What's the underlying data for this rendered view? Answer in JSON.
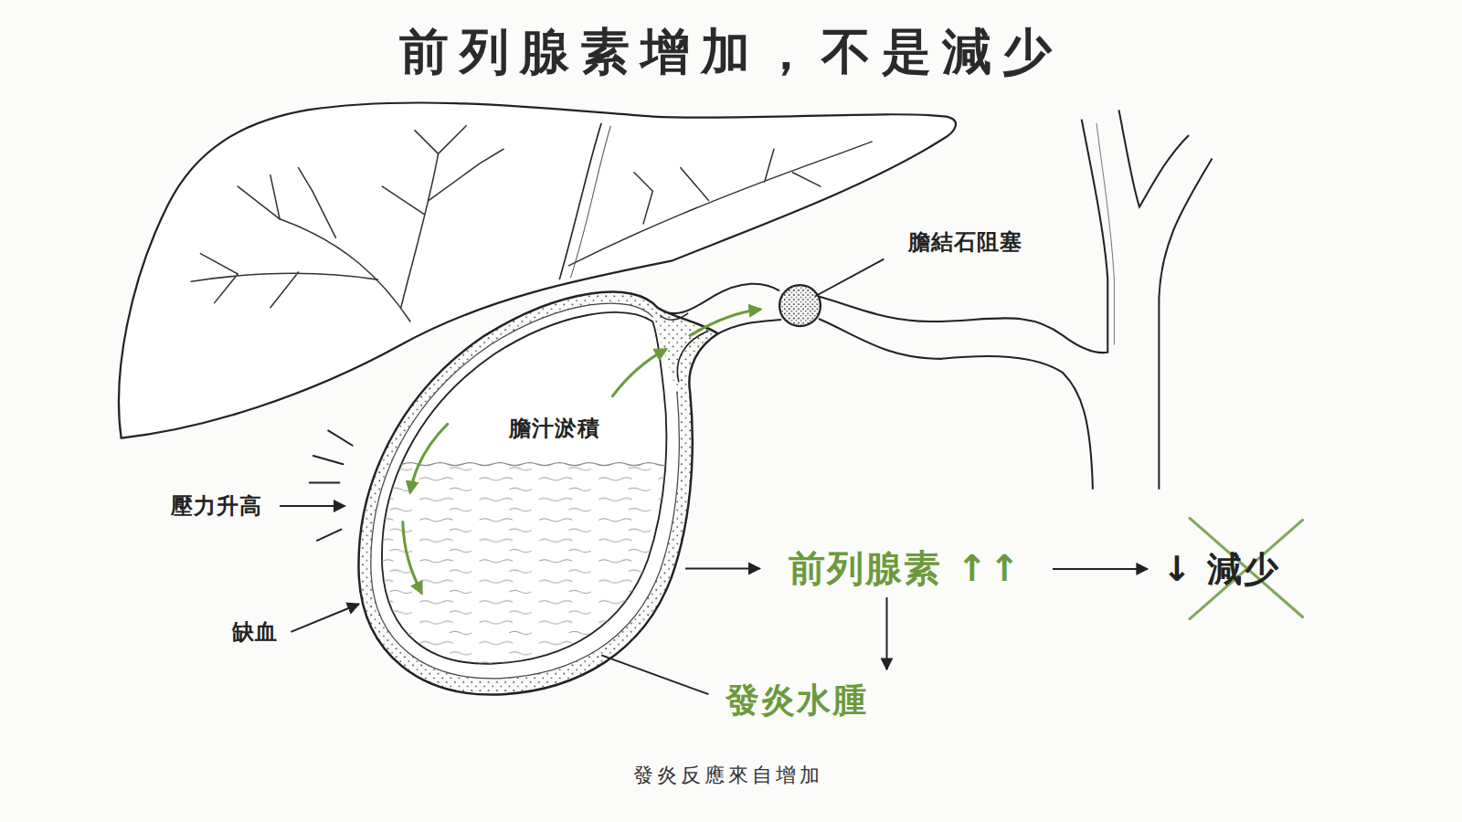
{
  "diagram": {
    "title": "前列腺素增加，不是減少",
    "caption": "發炎反應來自增加",
    "nodes": [
      {
        "text": [
          "前列腺素 ↑↑"
        ]
      },
      {
        "text": [
          "↓ 減少"
        ]
      },
      {
        "text": [
          "發炎水腫"
        ]
      }
    ],
    "edges": [
      {
        "from": 0,
        "to": 1,
        "arrow": "to"
      },
      {
        "from": 0,
        "to": 2,
        "arrow": "to"
      }
    ],
    "labels": [
      "膽結石阻塞",
      "膽汁淤積",
      "壓力升高",
      "缺血"
    ]
  }
}
